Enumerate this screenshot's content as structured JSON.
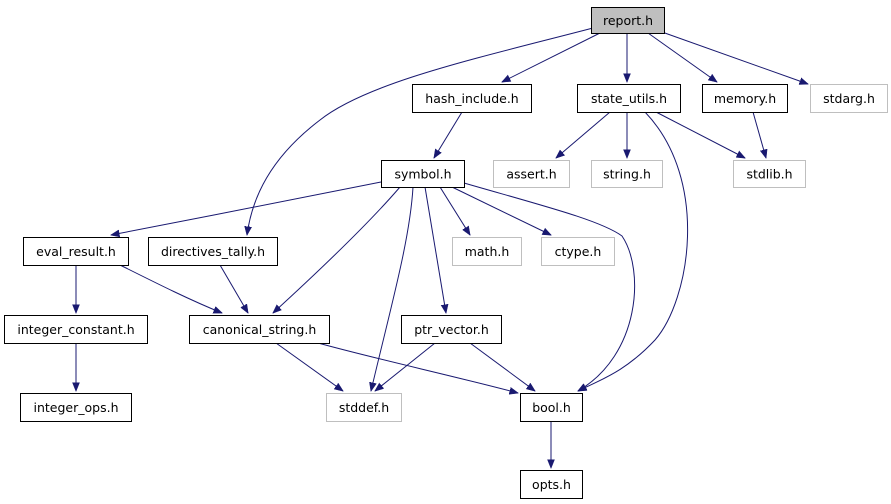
{
  "graph": {
    "nodes": [
      {
        "id": "report",
        "label": "report.h",
        "kind": "root"
      },
      {
        "id": "hash_include",
        "label": "hash_include.h",
        "kind": "documented"
      },
      {
        "id": "state_utils",
        "label": "state_utils.h",
        "kind": "documented"
      },
      {
        "id": "memory",
        "label": "memory.h",
        "kind": "documented"
      },
      {
        "id": "stdarg",
        "label": "stdarg.h",
        "kind": "system"
      },
      {
        "id": "symbol",
        "label": "symbol.h",
        "kind": "documented"
      },
      {
        "id": "assert",
        "label": "assert.h",
        "kind": "system"
      },
      {
        "id": "string",
        "label": "string.h",
        "kind": "system"
      },
      {
        "id": "stdlib",
        "label": "stdlib.h",
        "kind": "system"
      },
      {
        "id": "eval_result",
        "label": "eval_result.h",
        "kind": "documented"
      },
      {
        "id": "directives_tally",
        "label": "directives_tally.h",
        "kind": "documented"
      },
      {
        "id": "math",
        "label": "math.h",
        "kind": "system"
      },
      {
        "id": "ctype",
        "label": "ctype.h",
        "kind": "system"
      },
      {
        "id": "integer_constant",
        "label": "integer_constant.h",
        "kind": "documented"
      },
      {
        "id": "canonical_string",
        "label": "canonical_string.h",
        "kind": "documented"
      },
      {
        "id": "ptr_vector",
        "label": "ptr_vector.h",
        "kind": "documented"
      },
      {
        "id": "integer_ops",
        "label": "integer_ops.h",
        "kind": "documented"
      },
      {
        "id": "stddef",
        "label": "stddef.h",
        "kind": "system"
      },
      {
        "id": "bool",
        "label": "bool.h",
        "kind": "documented"
      },
      {
        "id": "opts",
        "label": "opts.h",
        "kind": "documented"
      }
    ],
    "edges": [
      {
        "from": "report",
        "to": "directives_tally"
      },
      {
        "from": "report",
        "to": "hash_include"
      },
      {
        "from": "report",
        "to": "state_utils"
      },
      {
        "from": "report",
        "to": "memory"
      },
      {
        "from": "report",
        "to": "stdarg"
      },
      {
        "from": "hash_include",
        "to": "symbol"
      },
      {
        "from": "state_utils",
        "to": "assert"
      },
      {
        "from": "state_utils",
        "to": "string"
      },
      {
        "from": "state_utils",
        "to": "stdlib"
      },
      {
        "from": "state_utils",
        "to": "bool"
      },
      {
        "from": "memory",
        "to": "stdlib"
      },
      {
        "from": "symbol",
        "to": "eval_result"
      },
      {
        "from": "symbol",
        "to": "canonical_string"
      },
      {
        "from": "symbol",
        "to": "stddef"
      },
      {
        "from": "symbol",
        "to": "ptr_vector"
      },
      {
        "from": "symbol",
        "to": "math"
      },
      {
        "from": "symbol",
        "to": "ctype"
      },
      {
        "from": "symbol",
        "to": "bool"
      },
      {
        "from": "eval_result",
        "to": "integer_constant"
      },
      {
        "from": "eval_result",
        "to": "canonical_string"
      },
      {
        "from": "directives_tally",
        "to": "canonical_string"
      },
      {
        "from": "integer_constant",
        "to": "integer_ops"
      },
      {
        "from": "canonical_string",
        "to": "stddef"
      },
      {
        "from": "canonical_string",
        "to": "bool"
      },
      {
        "from": "ptr_vector",
        "to": "stddef"
      },
      {
        "from": "ptr_vector",
        "to": "bool"
      },
      {
        "from": "bool",
        "to": "opts"
      }
    ]
  },
  "colors": {
    "edge": "#191970",
    "root_fill": "#bfbfbf",
    "node_border": "#000000",
    "system_border": "#bfbfbf",
    "fill": "#ffffff",
    "text": "#000000"
  }
}
